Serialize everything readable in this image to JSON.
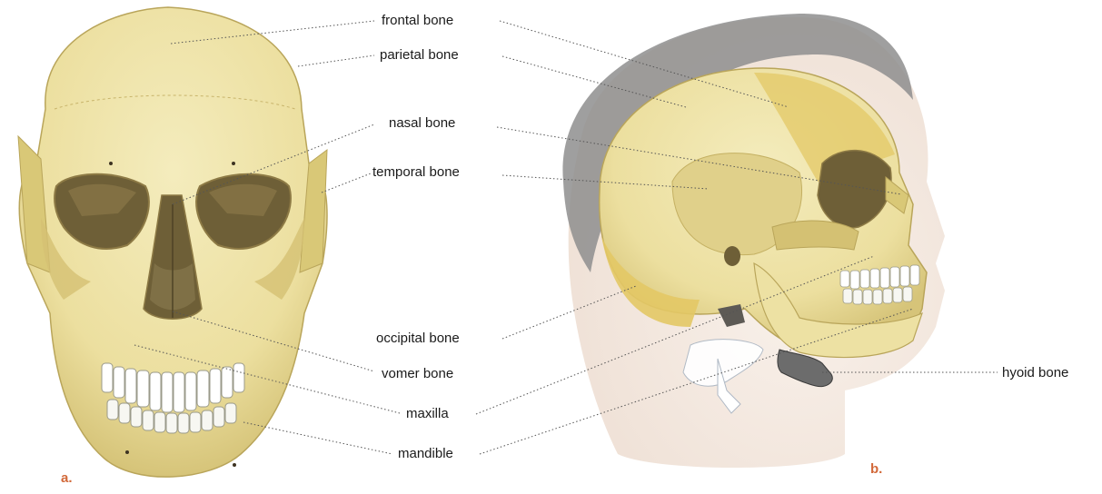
{
  "figure": {
    "panels": [
      {
        "id": "a",
        "letter": "a."
      },
      {
        "id": "b",
        "letter": "b."
      }
    ],
    "labels": {
      "frontal": "frontal bone",
      "parietal": "parietal bone",
      "nasal": "nasal bone",
      "temporal": "temporal bone",
      "occipital": "occipital bone",
      "vomer": "vomer bone",
      "maxilla": "maxilla",
      "mandible": "mandible",
      "hyoid": "hyoid bone"
    },
    "colors": {
      "bone": "#efe4a6",
      "bone_shade": "#d9c877",
      "bone_dark": "#b9a55a",
      "cavity": "#6e5f37",
      "skin": "#f3e4d8",
      "hair": "#8e8e8e",
      "leader": "#555555",
      "panel_letter": "#d2693a"
    }
  }
}
